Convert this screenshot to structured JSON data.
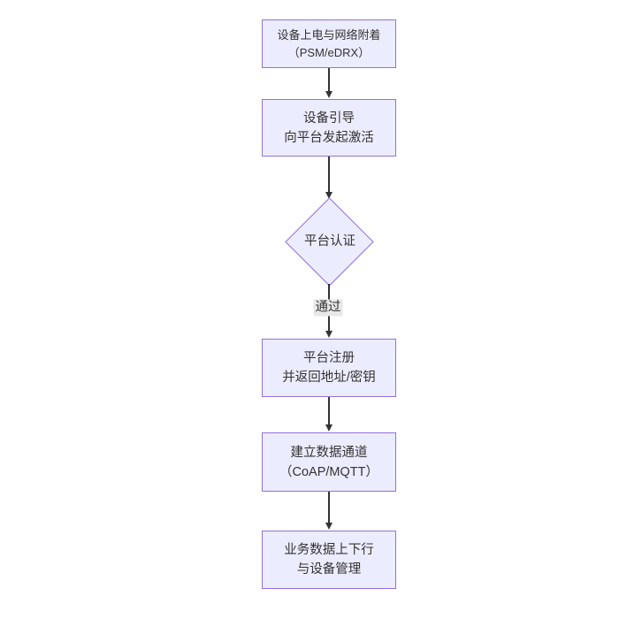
{
  "diagram": {
    "type": "flowchart",
    "direction": "top-down",
    "background": "#ffffff",
    "colors": {
      "node_fill": "#ECECFF",
      "node_border": "#9370DB",
      "arrow": "#333333",
      "edge_label_bg": "#e8e8e8",
      "text": "#333333"
    },
    "nodes": [
      {
        "id": "power-attach",
        "shape": "rect",
        "lines": [
          "设备上电与网络附着",
          "（PSM/eDRX）"
        ]
      },
      {
        "id": "bootstrap",
        "shape": "rect",
        "lines": [
          "设备引导",
          "向平台发起激活"
        ]
      },
      {
        "id": "platform-auth",
        "shape": "diamond",
        "lines": [
          "平台认证"
        ]
      },
      {
        "id": "platform-register",
        "shape": "rect",
        "lines": [
          "平台注册",
          "并返回地址/密钥"
        ]
      },
      {
        "id": "data-channel",
        "shape": "rect",
        "lines": [
          "建立数据通道",
          "（CoAP/MQTT）"
        ]
      },
      {
        "id": "business-mgmt",
        "shape": "rect",
        "lines": [
          "业务数据上下行",
          "与设备管理"
        ]
      }
    ],
    "edges": [
      {
        "from": "power-attach",
        "to": "bootstrap",
        "label": ""
      },
      {
        "from": "bootstrap",
        "to": "platform-auth",
        "label": ""
      },
      {
        "from": "platform-auth",
        "to": "platform-register",
        "label": "通过"
      },
      {
        "from": "platform-register",
        "to": "data-channel",
        "label": ""
      },
      {
        "from": "data-channel",
        "to": "business-mgmt",
        "label": ""
      }
    ]
  }
}
